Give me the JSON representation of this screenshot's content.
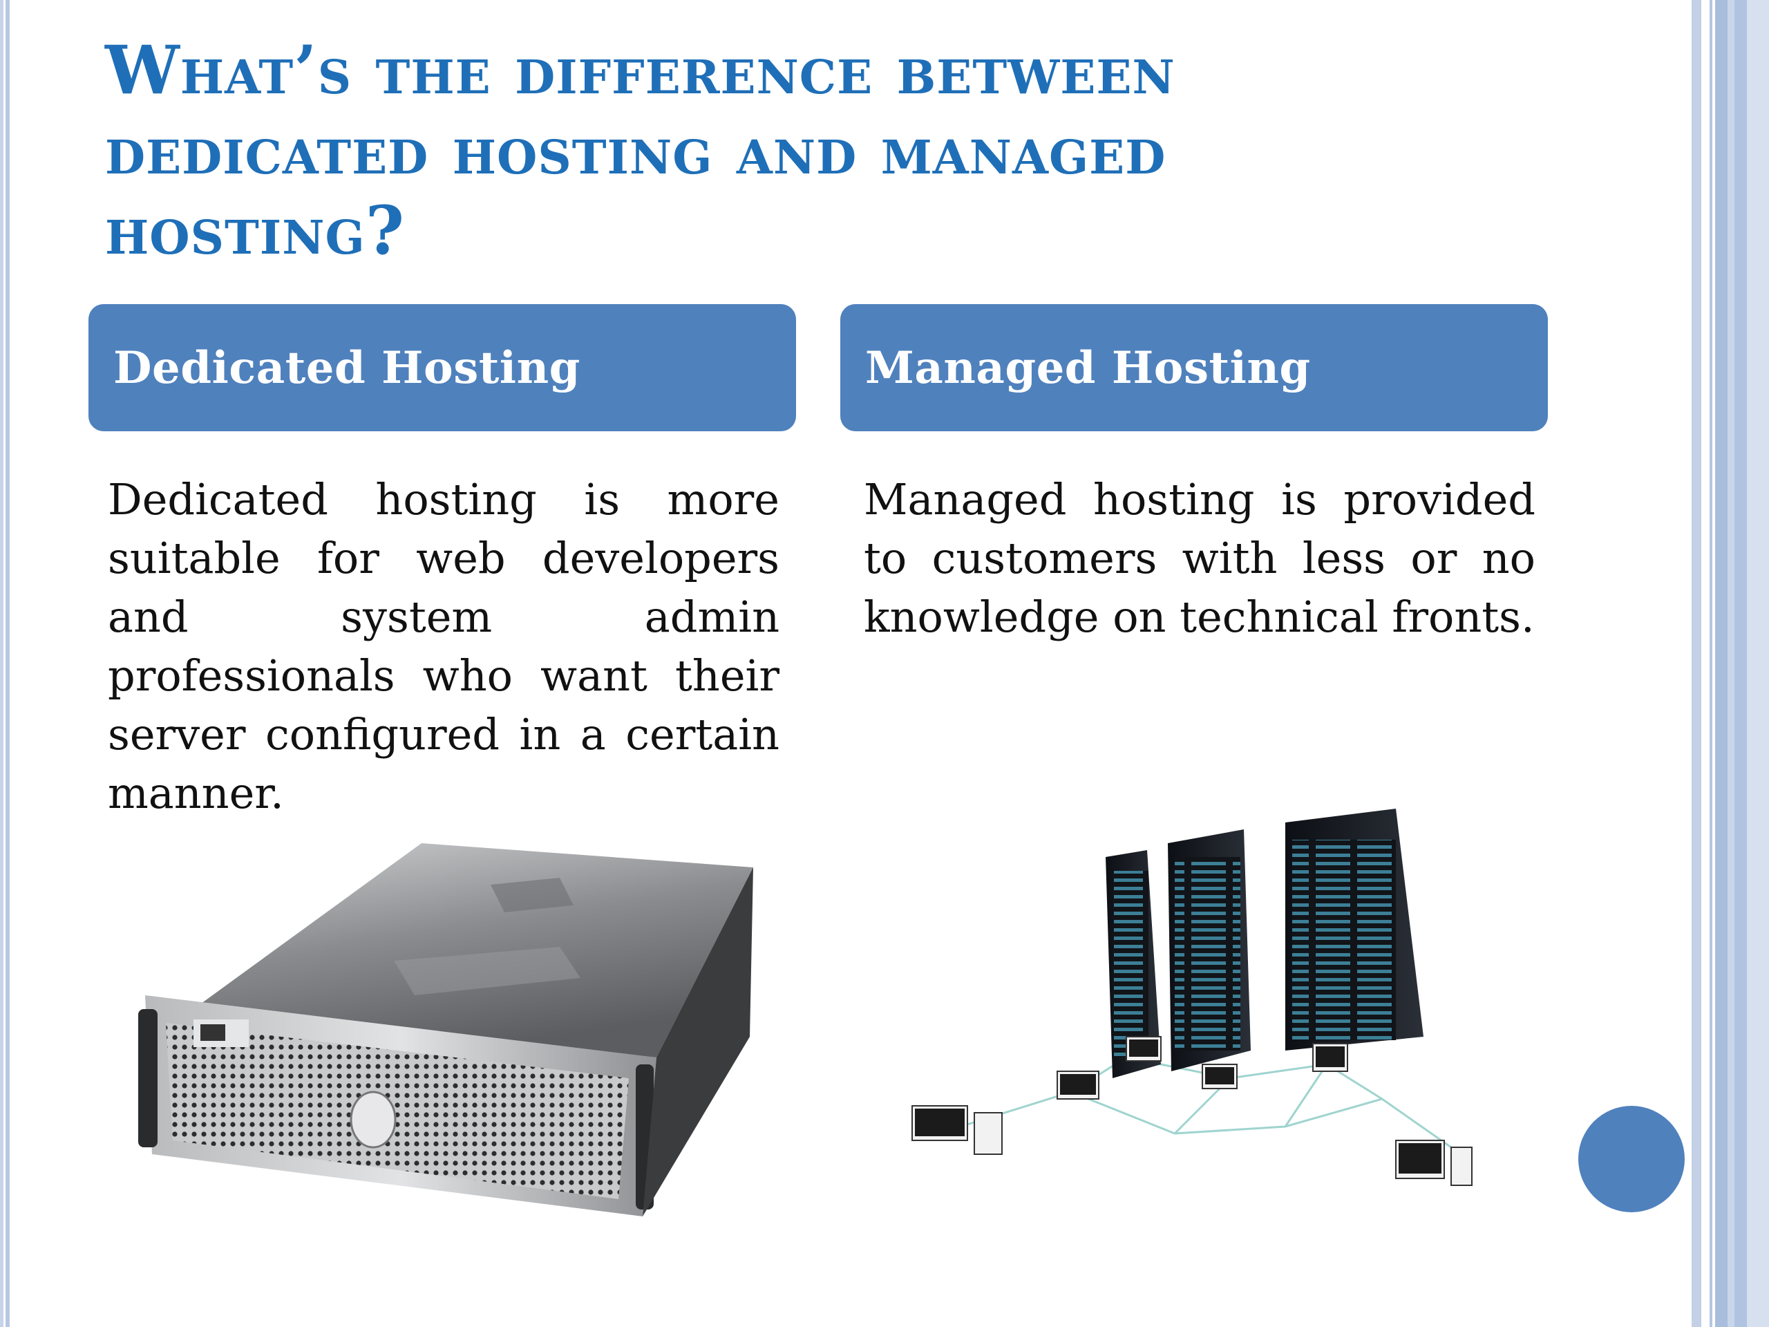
{
  "slide": {
    "title": "What’s the difference between dedicated hosting and managed hosting?"
  },
  "columns": [
    {
      "header": "Dedicated Hosting",
      "text": "Dedicated hosting is more suitable for web developers and system admin professionals who want their server configured in a certain manner.",
      "image": "rack-server-illustration"
    },
    {
      "header": "Managed Hosting",
      "text": "Managed hosting is provided to customers with less or no knowledge on technical fronts.",
      "image": "server-network-illustration"
    }
  ],
  "colors": {
    "title": "#1f6fb8",
    "accent": "#4f81bd",
    "body_text": "#111111"
  }
}
